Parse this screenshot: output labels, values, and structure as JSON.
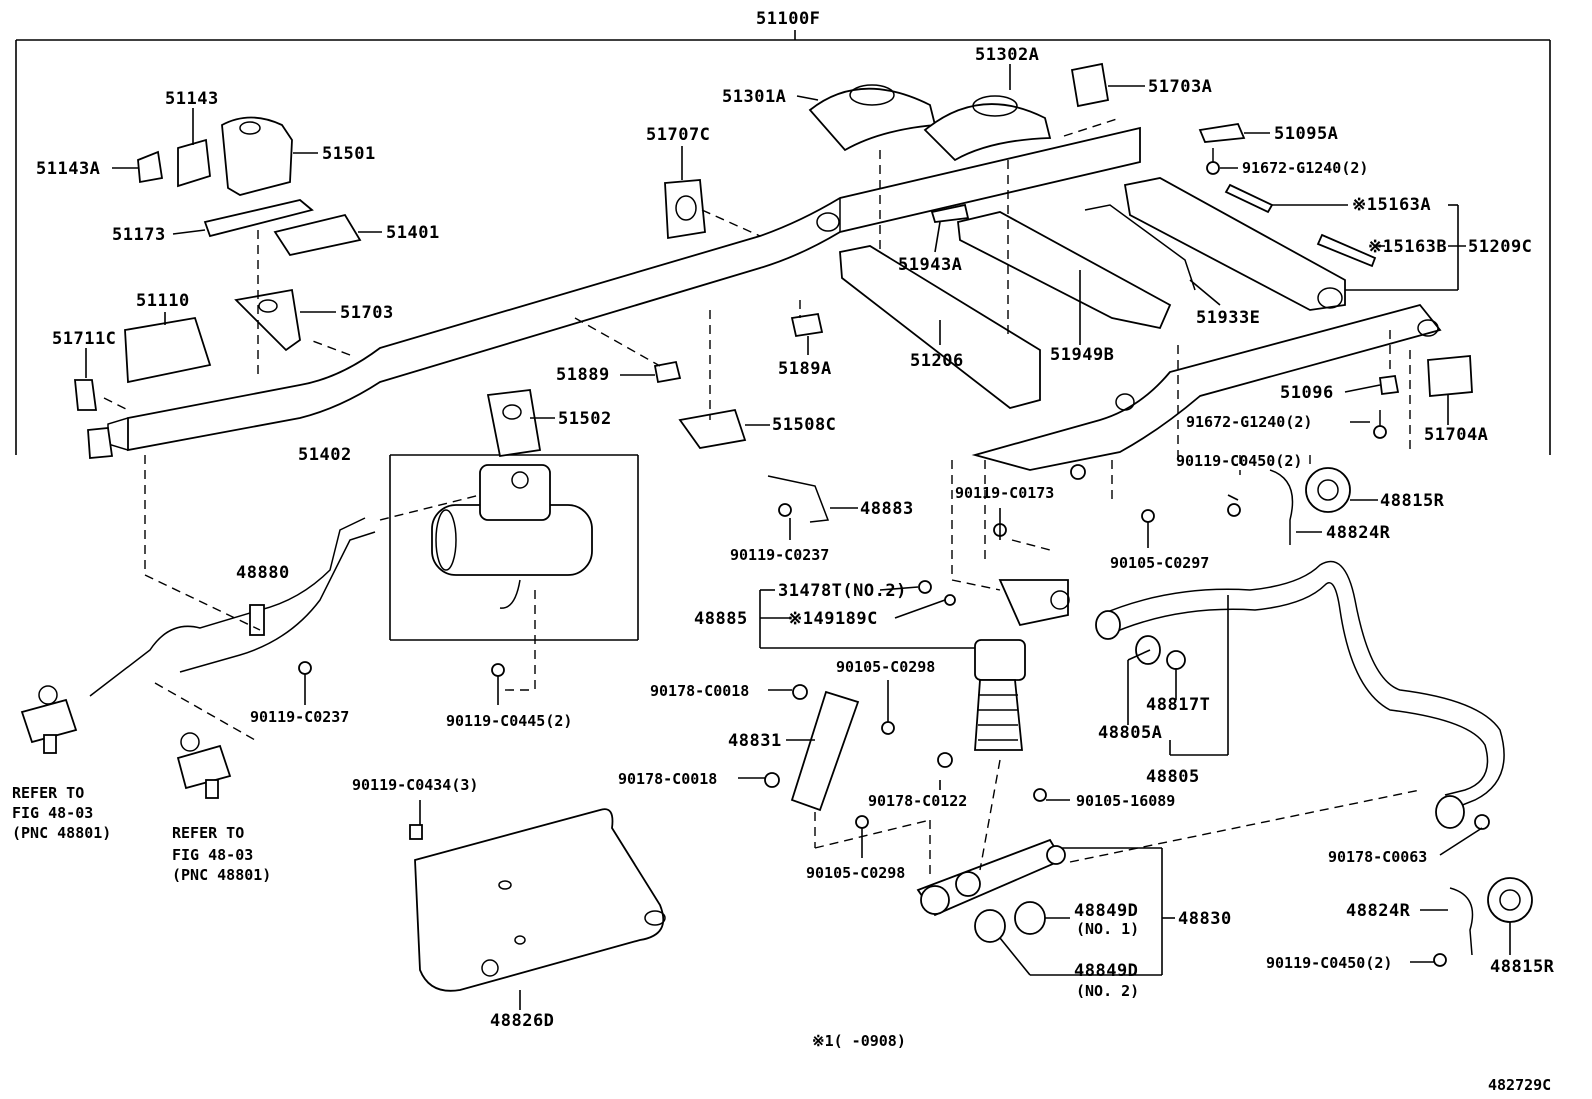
{
  "diagram": {
    "top_assembly": "51100F",
    "labels": {
      "p51143": "51143",
      "p51143A": "51143A",
      "p51501": "51501",
      "p51173": "51173",
      "p51401": "51401",
      "p51110": "51110",
      "p51703": "51703",
      "p51711C": "51711C",
      "p51707C": "51707C",
      "p51301A": "51301A",
      "p51302A": "51302A",
      "p51703A": "51703A",
      "p51095A": "51095A",
      "p91672a": "91672-G1240(2)",
      "p5163A": "※15163A",
      "p5163B": "※15163B",
      "p51209C": "51209C",
      "p51943A": "51943A",
      "p51933E": "51933E",
      "p51206": "51206",
      "p51949B": "51949B",
      "p5189A": "5189A",
      "p51889": "51889",
      "p51502": "51502",
      "p51508C": "51508C",
      "p51096": "51096",
      "p91672b": "91672-G1240(2)",
      "p51704A": "51704A",
      "p51402": "51402",
      "p48880": "48880",
      "p48883": "48883",
      "p90119_C0237a": "90119-C0237",
      "p90119_C0173": "90119-C0173",
      "p90119_C0450a": "90119-C0450(2)",
      "p48815Ra": "48815R",
      "p48824Ra": "48824R",
      "p90105_C0297": "90105-C0297",
      "p31478T": "31478T(NO.2)",
      "p48885": "48885",
      "p149189C": "※149189C",
      "p90119_C0237b": "90119-C0237",
      "p90119_C0445": "90119-C0445(2)",
      "p90105_C0298a": "90105-C0298",
      "p90178_C0018a": "90178-C0018",
      "p48831": "48831",
      "p90178_C0018b": "90178-C0018",
      "p90178_C0122": "90178-C0122",
      "p90105_16089": "90105-16089",
      "p48817T": "48817T",
      "p48805A": "48805A",
      "p48805": "48805",
      "p90178_C0063": "90178-C0063",
      "p90119_C0434": "90119-C0434(3)",
      "p90105_C0298b": "90105-C0298",
      "p48849D1": "48849D",
      "p48849D1n": "(NO. 1)",
      "p48830": "48830",
      "p48849D2": "48849D",
      "p48849D2n": "(NO. 2)",
      "p48824Rb": "48824R",
      "p90119_C0450b": "90119-C0450(2)",
      "p48815Rb": "48815R",
      "p48826D": "48826D"
    },
    "refer_a": [
      "REFER TO",
      "FIG 48-03",
      "(PNC 48801)"
    ],
    "refer_b": [
      "REFER TO",
      "FIG 48-03",
      "(PNC 48801)"
    ],
    "footnote": "※1(      -0908)",
    "figure_id": "482729C"
  }
}
